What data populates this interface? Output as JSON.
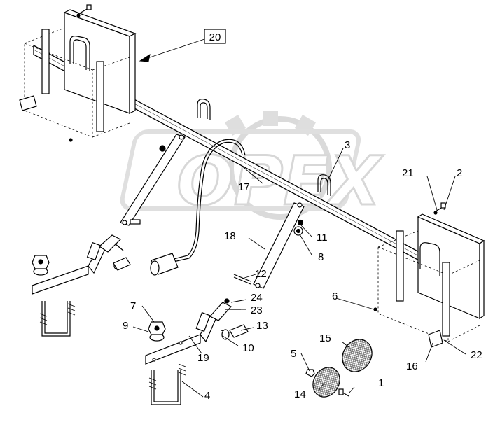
{
  "watermark": {
    "brand": "OPEX",
    "color": "#cfcfcf"
  },
  "box_callout": "20",
  "callouts": [
    "1",
    "2",
    "3",
    "4",
    "5",
    "6",
    "8",
    "9",
    "10",
    "11",
    "12",
    "13",
    "14",
    "15",
    "16",
    "17",
    "18",
    "19",
    "21",
    "22",
    "23",
    "24",
    "7"
  ]
}
